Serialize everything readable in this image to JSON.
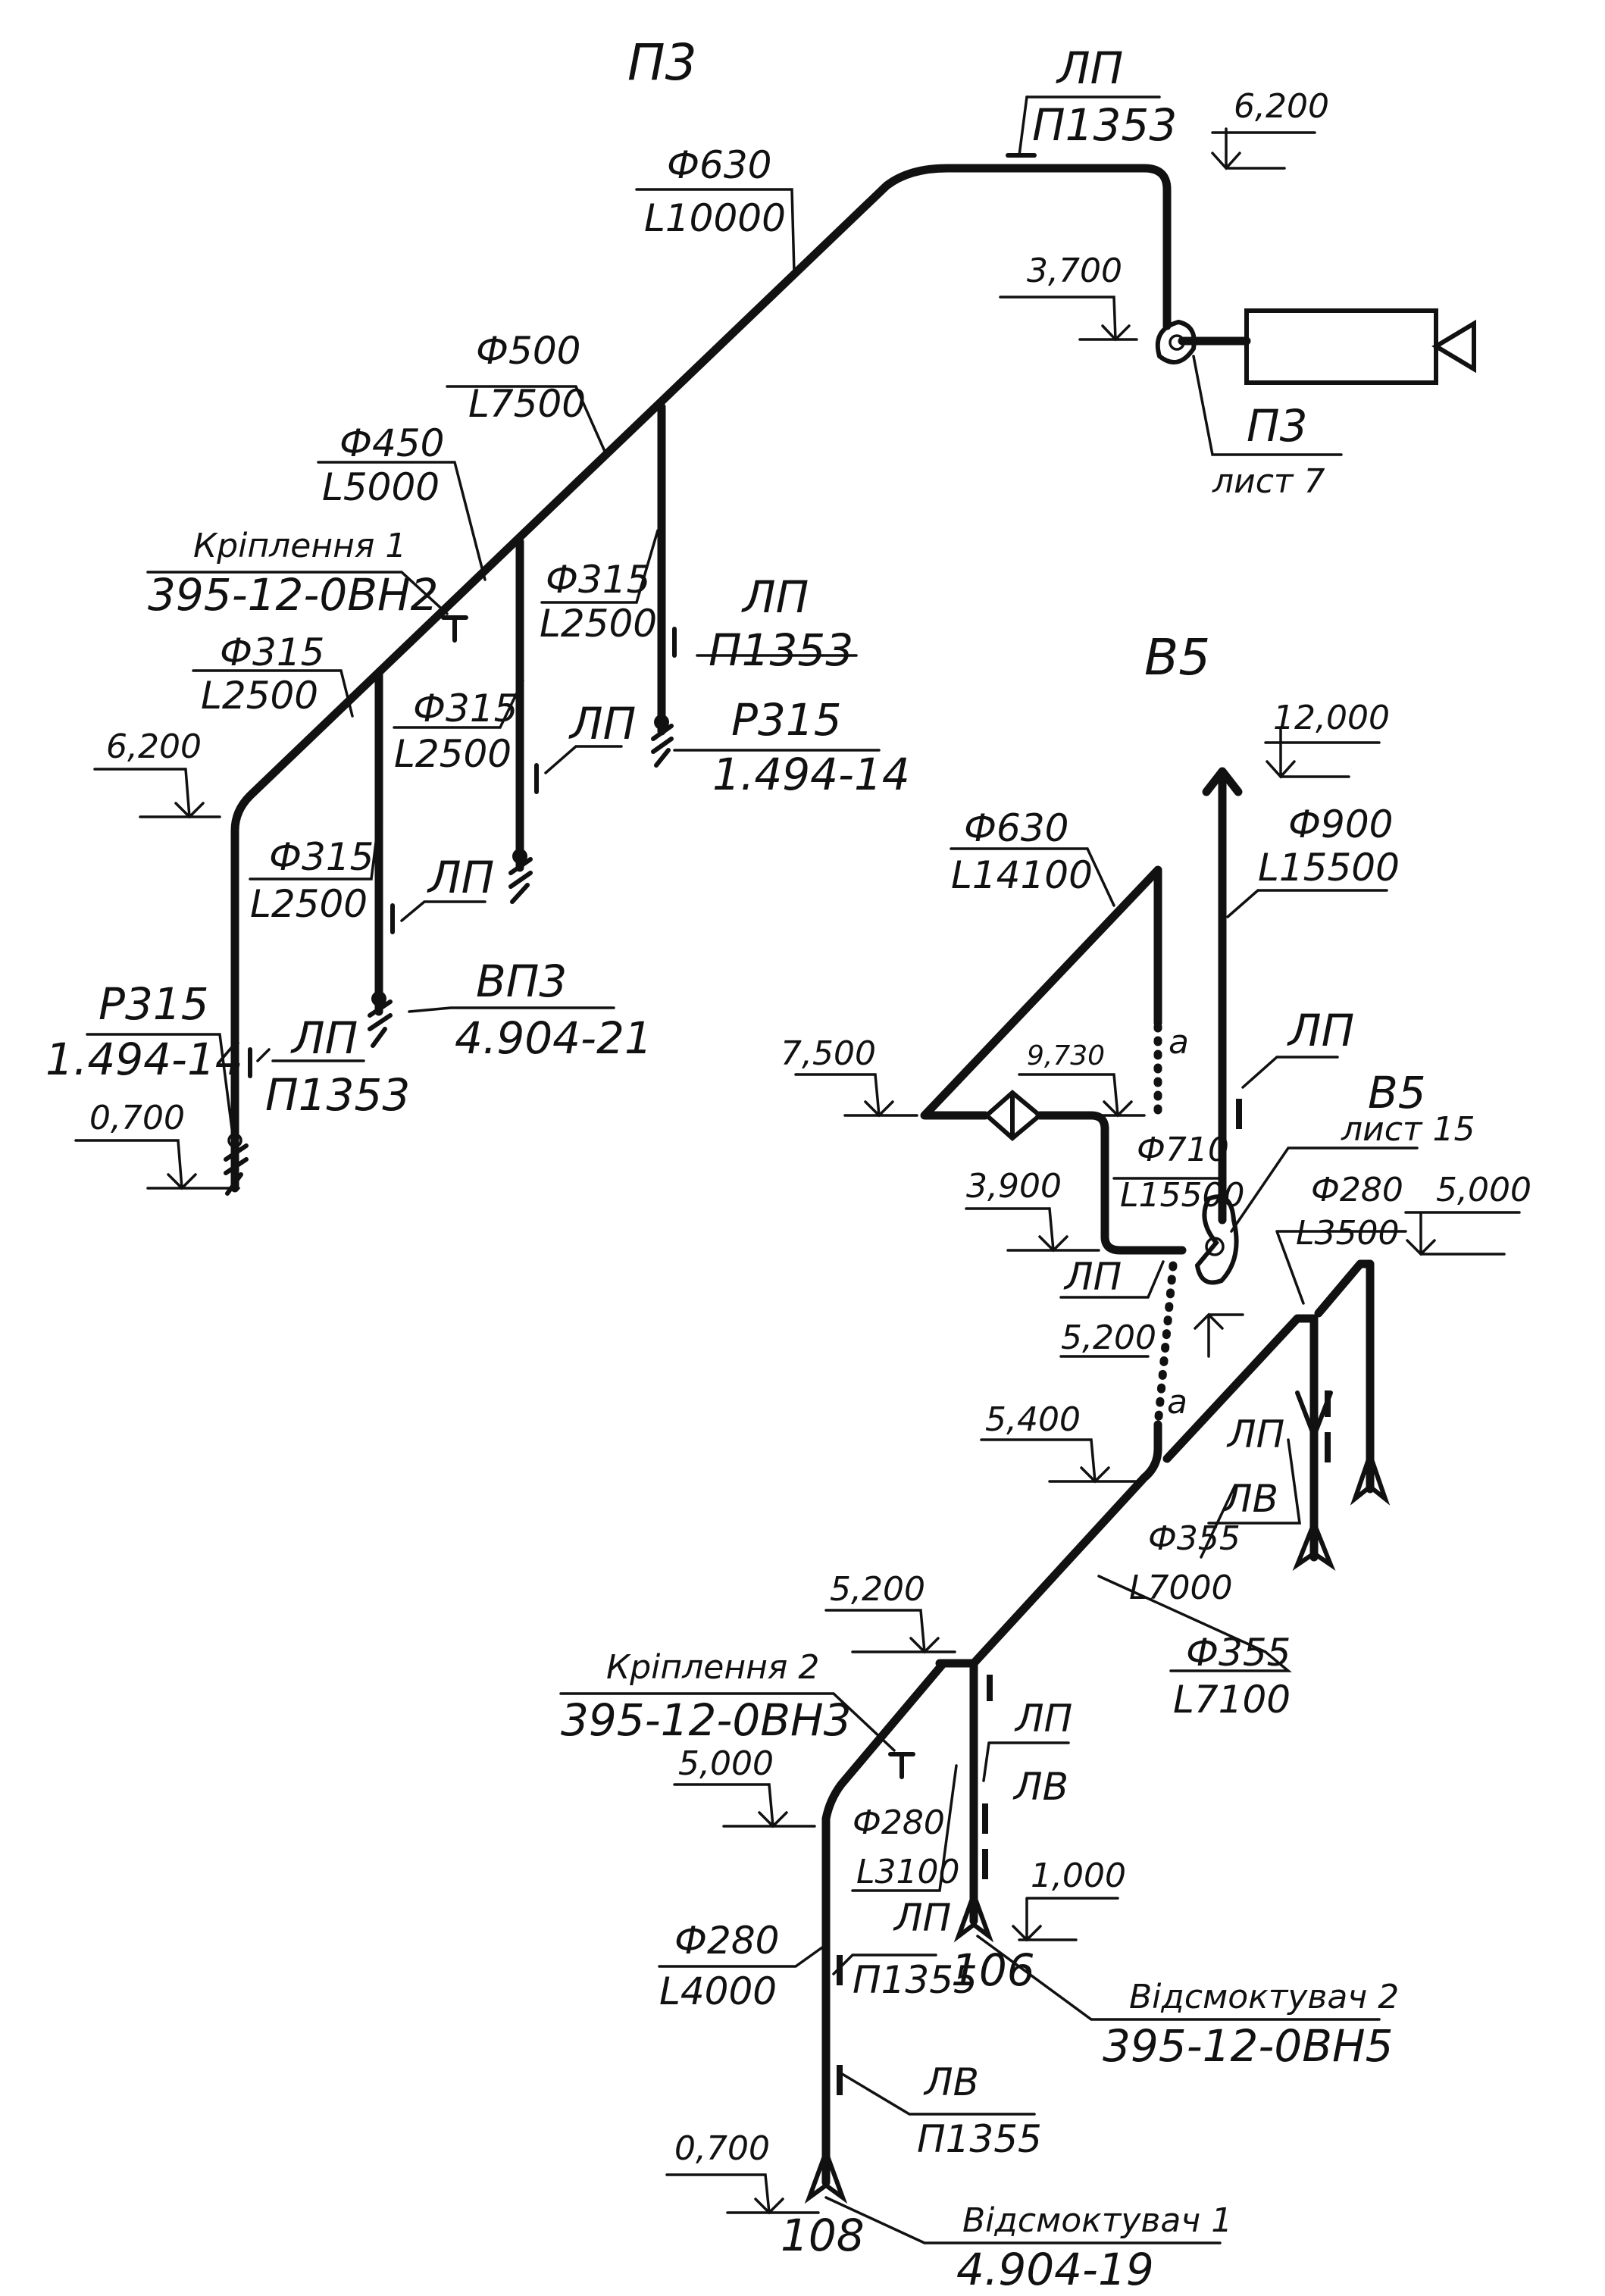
{
  "systems": {
    "p3": {
      "title": "П3"
    },
    "v5": {
      "title": "В5"
    }
  },
  "p3": {
    "main_d": "Ф630",
    "main_l": "L10000",
    "d500": "Ф500",
    "l7500": "L7500",
    "d450": "Ф450",
    "l5000": "L5000",
    "fix1_title": "Кріплення 1",
    "fix1_code": "395-12-0ВН2",
    "b1_d": "Ф315",
    "b1_l": "L2500",
    "b2_d": "Ф315",
    "b2_l": "L2500",
    "b3_d": "Ф315",
    "b3_l": "L2500",
    "b4_d": "Ф315",
    "b4_l": "L2500",
    "lp_top": "ЛП",
    "lp_top_code": "П1353",
    "lp_b4": "ЛП",
    "lp_b4_code": "П1353",
    "lp_b3": "ЛП",
    "lp_b2": "ЛП",
    "lp_left": "ЛП",
    "lp_left_code": "П1353",
    "r315_right": "Р315",
    "r315_right_code": "1.494-14",
    "r315_left": "Р315",
    "r315_left_code": "1.494-14",
    "vp3": "ВП3",
    "vp3_code": "4.904-21",
    "unit_label": "П3",
    "unit_sheet": "лист 7",
    "lvl_6200_top": "6,200",
    "lvl_3700": "3,700",
    "lvl_6200_left": "6,200",
    "lvl_0700": "0,700"
  },
  "v5": {
    "lvl_12000": "12,000",
    "d900": "Ф900",
    "l15500": "L15500",
    "d630": "Ф630",
    "l14100": "L14100",
    "lvl_7500": "7,500",
    "lvl_9730": "9,730",
    "mark_a1": "а",
    "mark_a2": "а",
    "d710": "Ф710",
    "l15500b": "L15500",
    "lp_right": "ЛП",
    "unit_label": "В5",
    "unit_sheet": "лист 15",
    "d280a": "Ф280",
    "l3500": "L3500",
    "lvl_5000_right": "5,000",
    "lvl_3900": "3,900",
    "lp_mid": "ЛП",
    "lvl_5200_mid": "5,200",
    "lvl_5400": "5,400",
    "lp_r2": "ЛП",
    "lv_r2": "ЛВ",
    "d355a": "Ф355",
    "l7000": "L7000",
    "lvl_5200_low": "5,200",
    "d355b": "Ф355",
    "l7100": "L7100",
    "fix2_title": "Кріплення 2",
    "fix2_code": "395-12-0ВН3",
    "lvl_5000_low": "5,000",
    "lp_low": "ЛП",
    "lv_low": "ЛВ",
    "d280b": "Ф280",
    "l3100": "L3100",
    "lp_left": "ЛП",
    "lp_left_code": "П1355",
    "d280c": "Ф280",
    "l4000": "L4000",
    "lvl_1000": "1,000",
    "num_106": "106",
    "suction2": "Відсмоктувач 2",
    "suction2_code": "395-12-0ВН5",
    "lvl_0700": "0,700",
    "lv_left": "ЛВ",
    "lv_left_code": "П1355",
    "num_108": "108",
    "suction1": "Відсмоктувач 1",
    "suction1_code": "4.904-19"
  }
}
